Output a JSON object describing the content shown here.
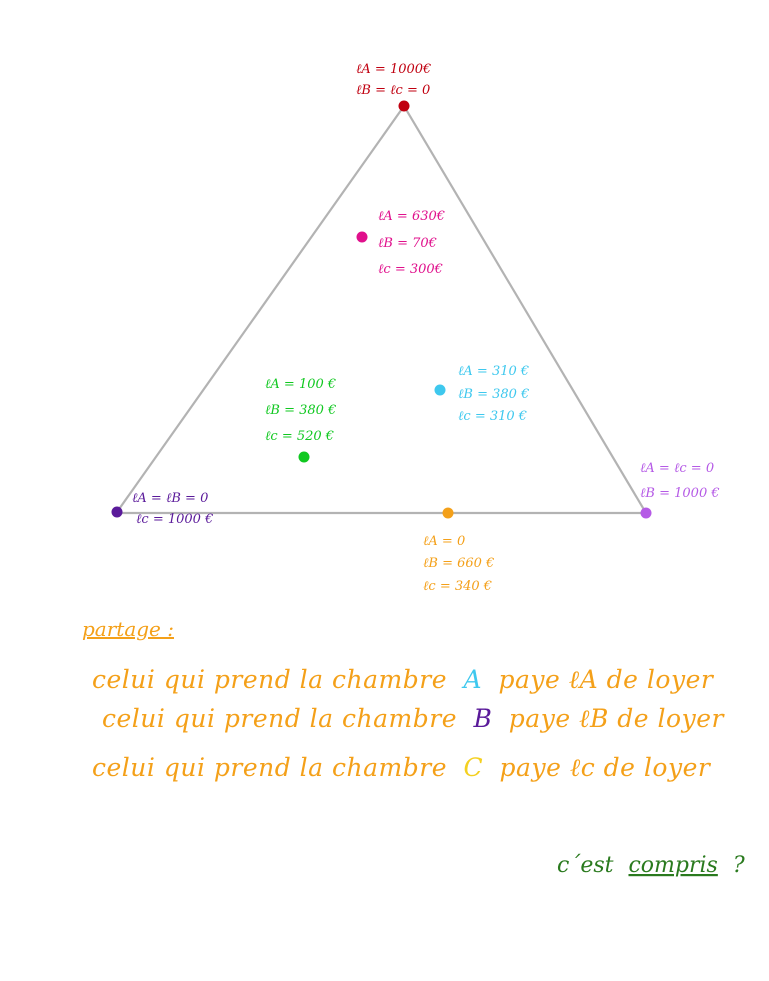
{
  "colors": {
    "edge": "#b3b3b3",
    "red": "#c00010",
    "magenta": "#e0108c",
    "cyan": "#3ec8ee",
    "green": "#10c820",
    "orange": "#f4a019",
    "purple_dark": "#5a1a9a",
    "purple_light": "#b55ae6",
    "dark_green": "#2a7a1e",
    "room_b": "#5a1a9a",
    "room_c": "#f4d020"
  },
  "points": {
    "top": {
      "la": "ℓA = 1000€",
      "lb_lc": "ℓB = ℓc = 0"
    },
    "magenta": {
      "la": "ℓA = 630€",
      "lb": "ℓB = 70€",
      "lc": "ℓc = 300€"
    },
    "green": {
      "la": "ℓA = 100 €",
      "lb": "ℓB = 380 €",
      "lc": "ℓc = 520 €"
    },
    "cyan": {
      "la": "ℓA = 310 €",
      "lb": "ℓB = 380 €",
      "lc": "ℓc = 310 €"
    },
    "left": {
      "la_lb": "ℓA = ℓB = 0",
      "lc": "ℓc = 1000 €"
    },
    "right": {
      "la_lc": "ℓA = ℓc = 0",
      "lb": "ℓB = 1000 €"
    },
    "bottom": {
      "la": "ℓA = 0",
      "lb": "ℓB = 660 €",
      "lc": "ℓc = 340 €"
    }
  },
  "partage": {
    "heading": "partage :",
    "line1": {
      "pre": "celui qui prend la chambre",
      "room": "A",
      "post": "paye ℓA de loyer"
    },
    "line2": {
      "pre": "celui qui prend la chambre",
      "room": "B",
      "post": "paye ℓB de loyer"
    },
    "line3": {
      "pre": "celui qui prend la chambre",
      "room": "C",
      "post": "paye ℓc de loyer"
    }
  },
  "question": {
    "pre": "c´est",
    "underlined": "compris",
    "post": "?"
  }
}
